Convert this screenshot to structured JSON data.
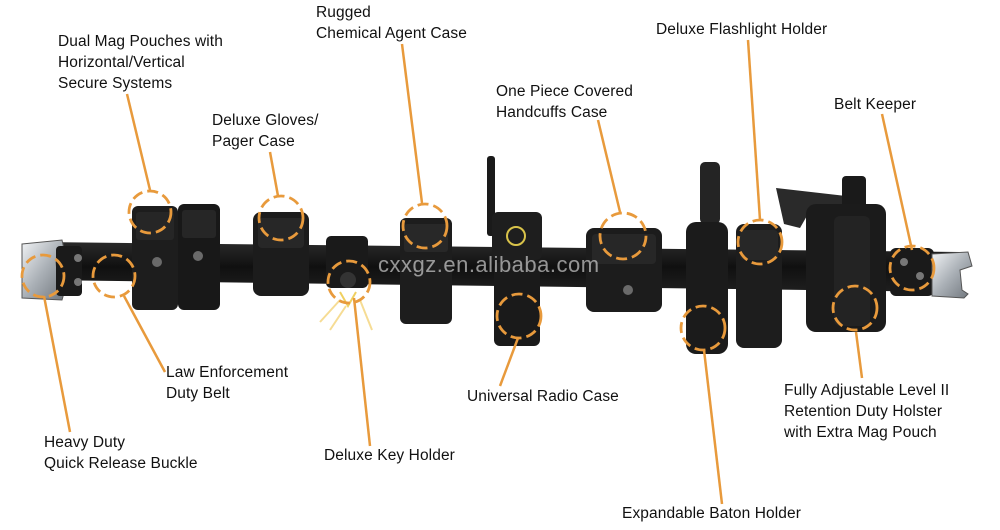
{
  "colors": {
    "leader": "#E89A3C",
    "belt": "#141414",
    "pouch": "#1c1c1c",
    "metal": "#c9cdd2"
  },
  "watermark": "cxxgz.en.alibaba.com",
  "labels": {
    "dual_mag": "Dual Mag Pouches with\nHorizontal/Vertical\nSecure Systems",
    "rugged": "Rugged\nChemical Agent Case",
    "flashlight": "Deluxe Flashlight Holder",
    "gloves": "Deluxe Gloves/\nPager Case",
    "handcuffs": "One Piece Covered\nHandcuffs Case",
    "keeper": "Belt Keeper",
    "duty_belt": "Law Enforcement\nDuty Belt",
    "radio": "Universal Radio Case",
    "holster": "Fully Adjustable Level II\nRetention Duty Holster\nwith Extra Mag Pouch",
    "buckle": "Heavy Duty\nQuick Release Buckle",
    "key": "Deluxe Key Holder",
    "baton": "Expandable Baton Holder"
  }
}
